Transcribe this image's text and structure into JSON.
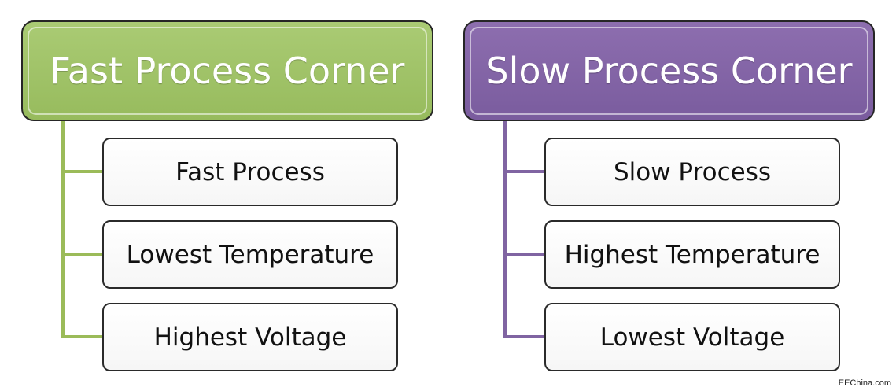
{
  "colors": {
    "fast_accent": "#9bbb59",
    "slow_accent": "#8064a2"
  },
  "fast": {
    "title": "Fast Process Corner",
    "items": [
      "Fast Process",
      "Lowest Temperature",
      "Highest Voltage"
    ]
  },
  "slow": {
    "title": "Slow Process Corner",
    "items": [
      "Slow Process",
      "Highest Temperature",
      "Lowest Voltage"
    ]
  },
  "watermark": "EEChina.com"
}
